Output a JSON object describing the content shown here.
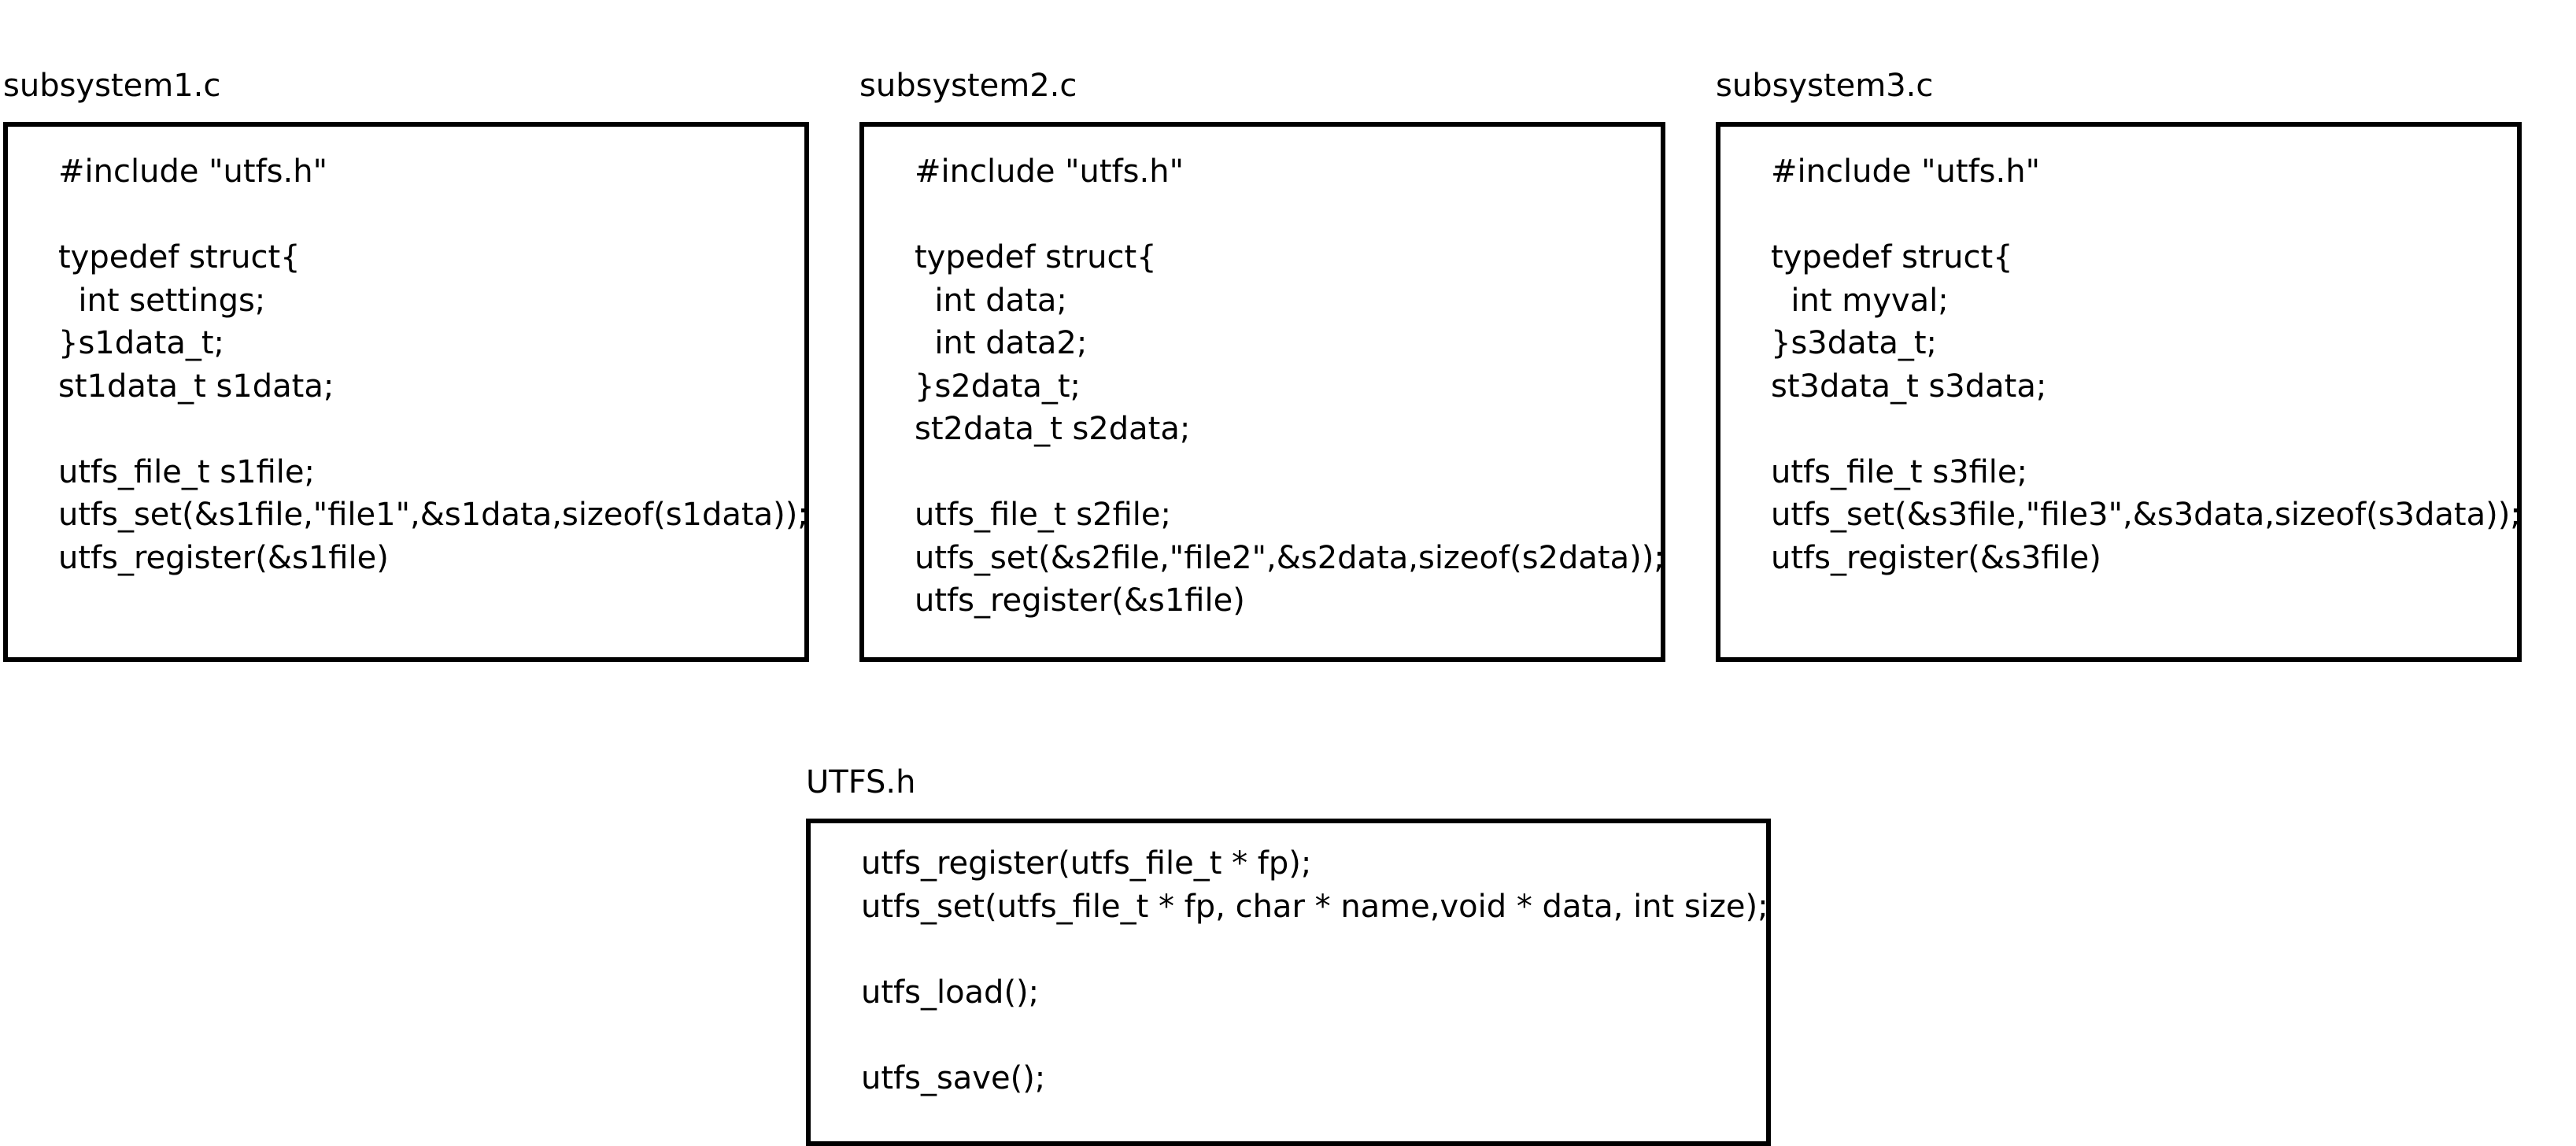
{
  "panels": {
    "subsystem1": {
      "title": "subsystem1.c",
      "lines": [
        "#include \"utfs.h\"",
        "",
        "typedef struct{",
        "  int settings;",
        "}s1data_t;",
        "st1data_t s1data;",
        "",
        "utfs_file_t s1file;",
        "utfs_set(&s1file,\"file1\",&s1data,sizeof(s1data));",
        "utfs_register(&s1file)"
      ]
    },
    "subsystem2": {
      "title": "subsystem2.c",
      "lines": [
        "#include \"utfs.h\"",
        "",
        "typedef struct{",
        "  int data;",
        "  int data2;",
        "}s2data_t;",
        "st2data_t s2data;",
        "",
        "utfs_file_t s2file;",
        "utfs_set(&s2file,\"file2\",&s2data,sizeof(s2data));",
        "utfs_register(&s1file)"
      ]
    },
    "subsystem3": {
      "title": "subsystem3.c",
      "lines": [
        "#include \"utfs.h\"",
        "",
        "typedef struct{",
        "  int myval;",
        "}s3data_t;",
        "st3data_t s3data;",
        "",
        "utfs_file_t s3file;",
        "utfs_set(&s3file,\"file3\",&s3data,sizeof(s3data));",
        "utfs_register(&s3file)"
      ]
    },
    "utfs_header": {
      "title": "UTFS.h",
      "lines": [
        "utfs_register(utfs_file_t * fp);",
        "utfs_set(utfs_file_t * fp, char * name,void * data, int size);",
        "",
        "utfs_load();",
        "",
        "utfs_save();"
      ]
    }
  },
  "colors": {
    "border": "#000000",
    "text": "#000000",
    "background": "#ffffff"
  }
}
